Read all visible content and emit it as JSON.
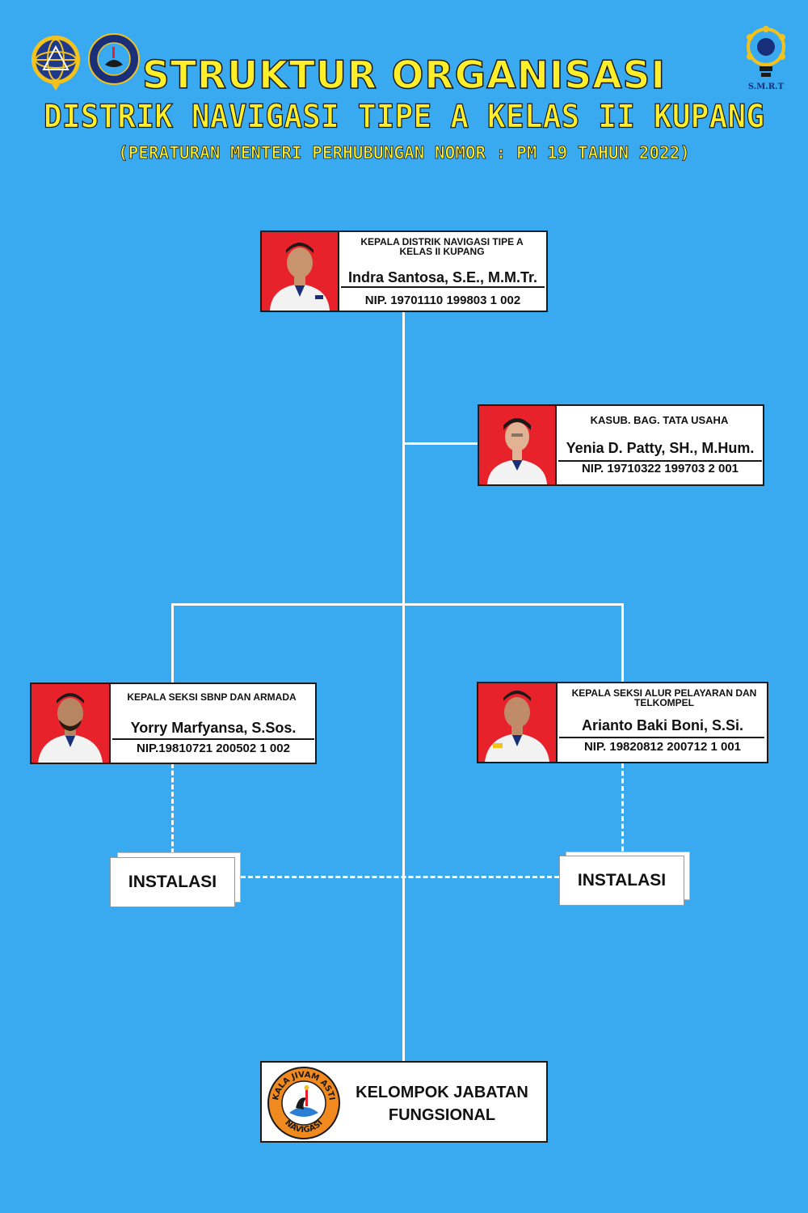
{
  "header": {
    "title": "STRUKTUR ORGANISASI",
    "subtitle": "DISTRIK NAVIGASI TIPE A KELAS II KUPANG",
    "regulation": "(PERATURAN MENTERI PERHUBUNGAN NOMOR : PM 19 TAHUN 2022)",
    "smrt_logo_text": "S.M.R.T"
  },
  "head": {
    "role": "KEPALA DISTRIK NAVIGASI TIPE A KELAS II KUPANG",
    "name": "Indra Santosa, S.E., M.M.Tr.",
    "nip": "NIP. 19701110 199803 1 002"
  },
  "admin": {
    "role": "KASUB. BAG. TATA USAHA",
    "name": "Yenia D. Patty, SH., M.Hum.",
    "nip": "NIP. 19710322 199703 2 001"
  },
  "sbnp": {
    "role": "KEPALA SEKSI SBNP DAN ARMADA",
    "name": "Yorry Marfyansa, S.Sos.",
    "nip": "NIP.19810721 200502 1 002"
  },
  "alur": {
    "role": "KEPALA SEKSI ALUR PELAYARAN DAN TELKOMPEL",
    "name": "Arianto Baki Boni, S.Si.",
    "nip": "NIP. 19820812 200712 1 001"
  },
  "instalasi_left": "INSTALASI",
  "instalasi_right": "INSTALASI",
  "fungsional": {
    "line1": "KELOMPOK JABATAN",
    "line2": "FUNGSIONAL",
    "emblem_top": "KALA JIVAM ASTI",
    "emblem_bottom": "NAVIGASI"
  },
  "colors": {
    "background": "#3aaaf0",
    "title": "#ffef2a",
    "photo_bg": "#e8222a"
  }
}
